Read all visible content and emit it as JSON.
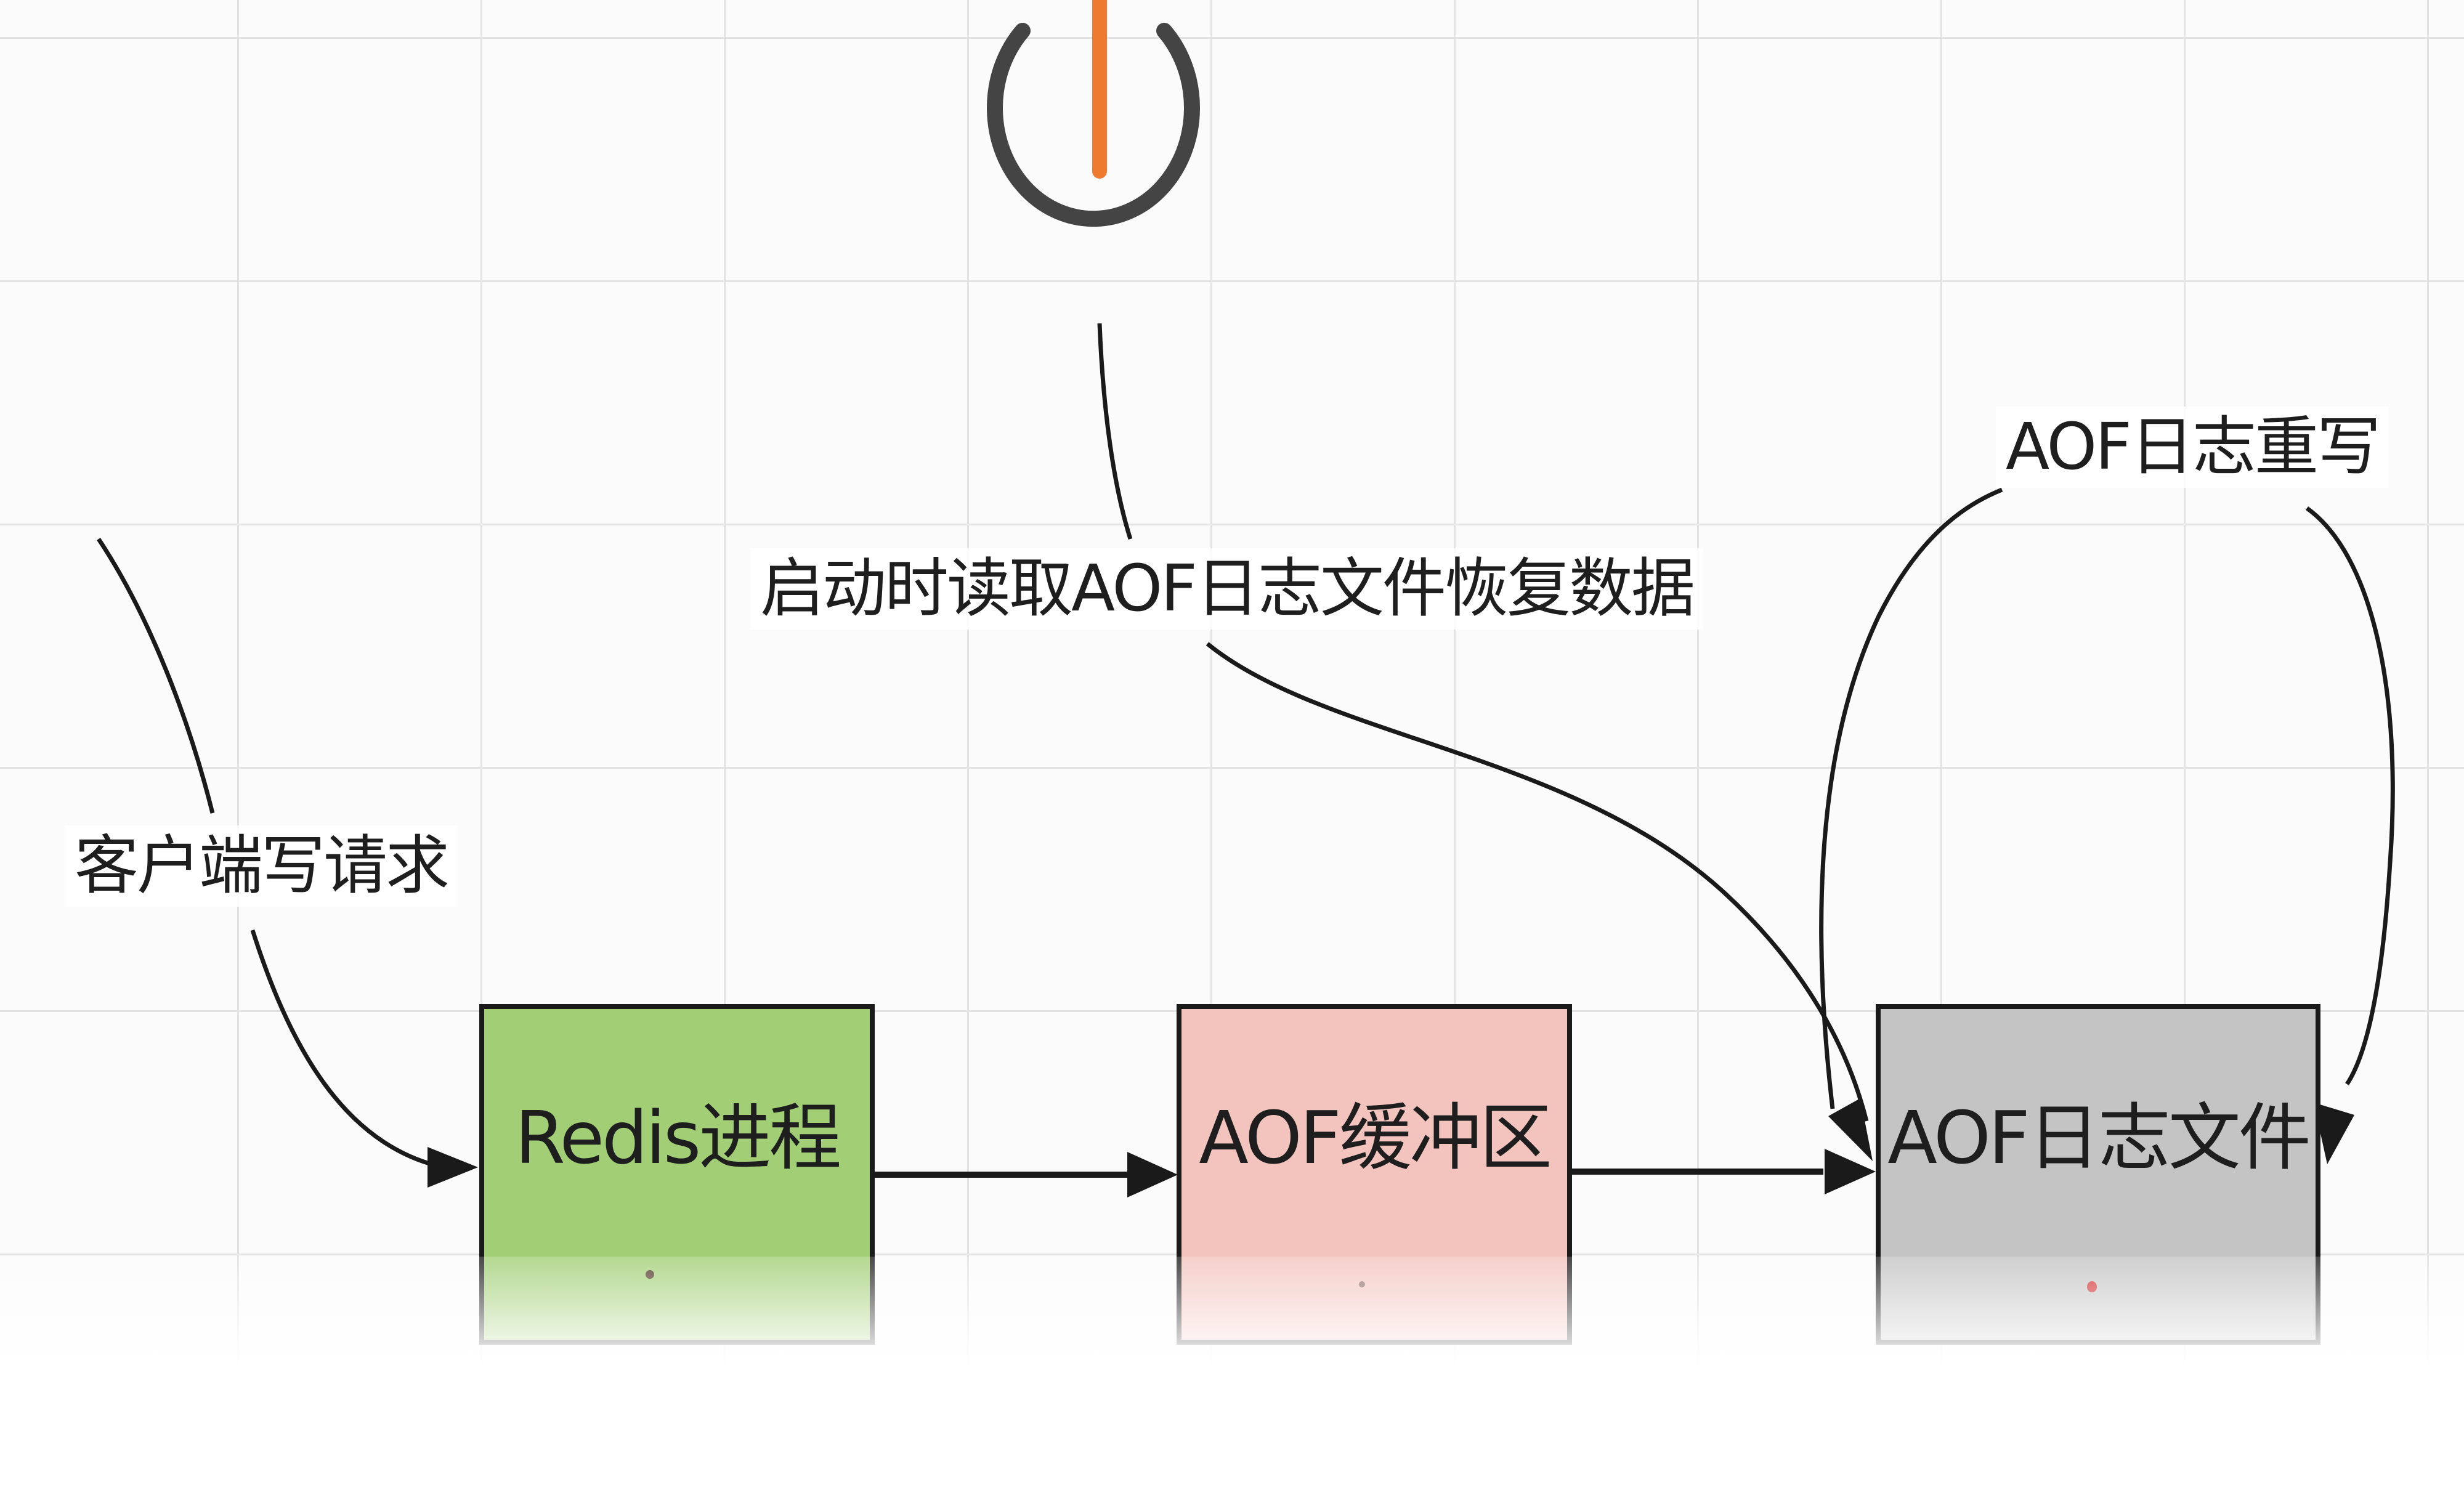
{
  "diagram": {
    "nodes": {
      "redis_process": {
        "label": "Redis进程",
        "fill": "#a2cf76"
      },
      "aof_buffer": {
        "label": "AOF缓冲区",
        "fill": "#f3c4be"
      },
      "aof_file": {
        "label": "AOF日志文件",
        "fill": "#c4c4c4"
      }
    },
    "edges": {
      "client_write": {
        "label": "客户端写请求"
      },
      "startup_restore": {
        "label": "启动时读取AOF日志文件恢复数据"
      },
      "aof_rewrite": {
        "label": "AOF日志重写"
      }
    },
    "power_icon": {
      "ring_color": "#444444",
      "bar_color": "#ee7a30"
    },
    "line_color": "#1a1a1a"
  }
}
